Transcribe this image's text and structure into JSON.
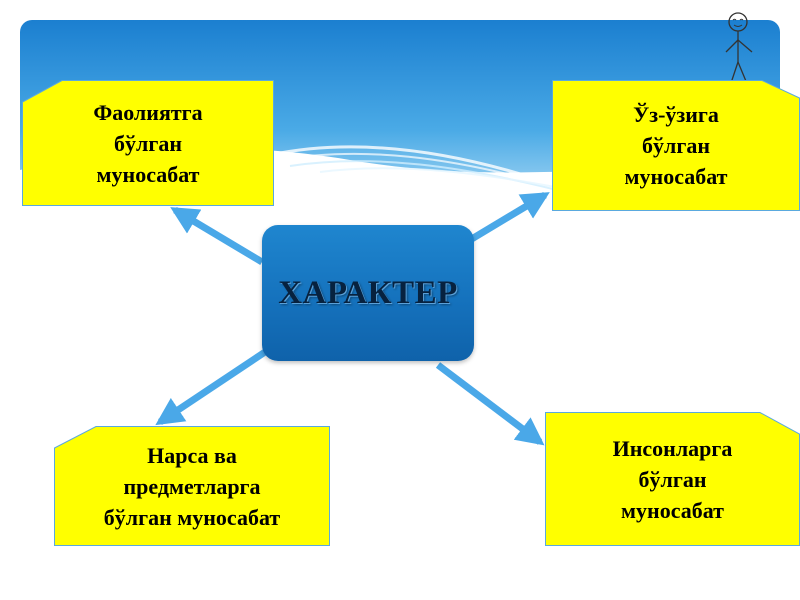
{
  "diagram": {
    "center": {
      "label": "ХАРАКТЕР"
    },
    "nodes": [
      {
        "id": "top-left",
        "lines": [
          "Фаолиятга",
          "бўлган",
          "муносабат"
        ]
      },
      {
        "id": "top-right",
        "lines": [
          "Ўз-ўзига",
          "бўлган",
          "муносабат"
        ]
      },
      {
        "id": "bottom-left",
        "lines": [
          "Нарса ва",
          "предметларга",
          "бўлган муносабат"
        ]
      },
      {
        "id": "bottom-right",
        "lines": [
          "Инсонларга",
          "бўлган",
          "муносабат"
        ]
      }
    ]
  },
  "colors": {
    "note_fill": "#ffff00",
    "note_border": "#5aa9de",
    "center_fill": "#1572bd",
    "arrow": "#4aa8e8",
    "header_sky": "#2a8fd9"
  }
}
